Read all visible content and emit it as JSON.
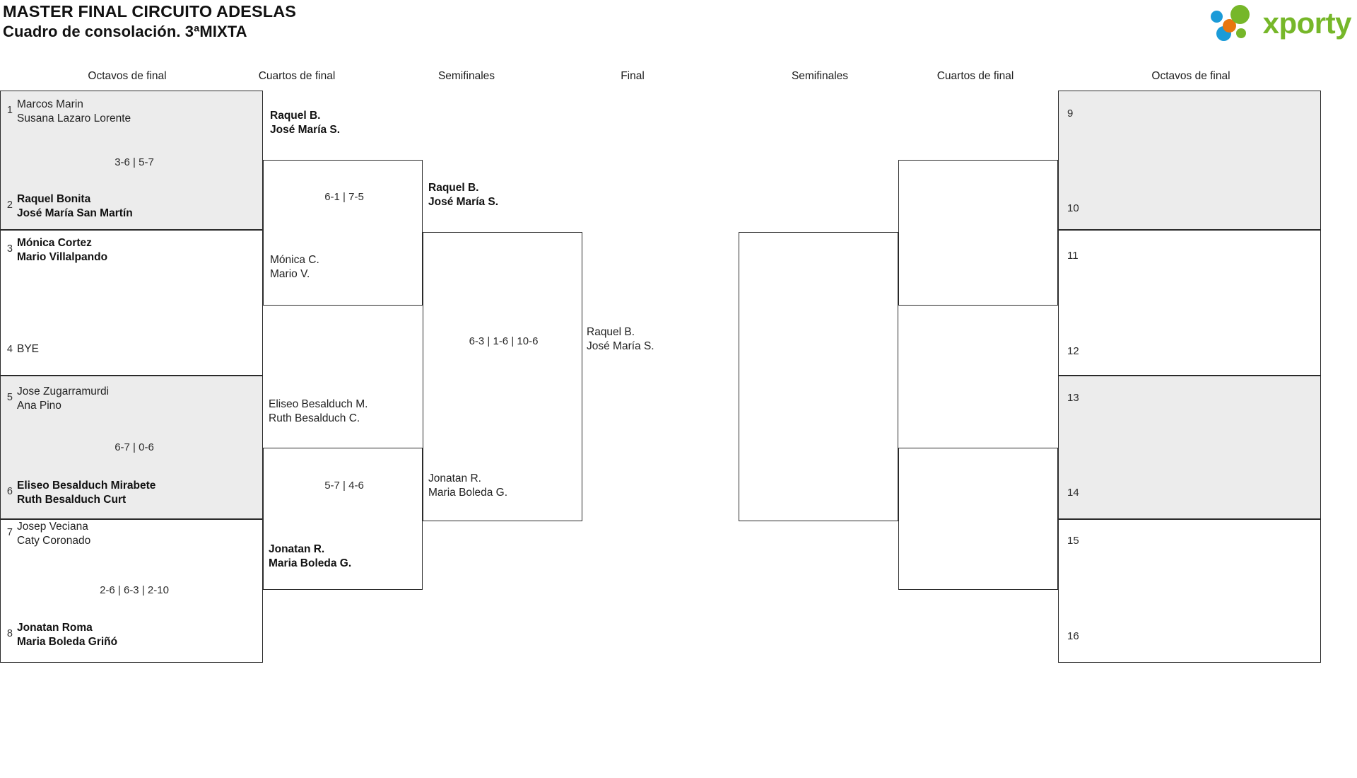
{
  "header": {
    "title_line1": "MASTER FINAL CIRCUITO ADESLAS",
    "title_line2": "Cuadro de consolación. 3ªMIXTA",
    "logo_word": "xporty",
    "logo_colors": {
      "green": "#76b729",
      "blue": "#1b9bd8",
      "orange": "#e8760f"
    }
  },
  "round_headers": {
    "left": [
      "Octavos de final",
      "Cuartos de final",
      "Semifinales"
    ],
    "center": "Final",
    "right": [
      "Semifinales",
      "Cuartos de final",
      "Octavos de final"
    ]
  },
  "left_bracket": {
    "r16": [
      {
        "score": "3-6 | 5-7",
        "top": {
          "seed": "1",
          "p1": "Marcos Marin",
          "p2": "Susana Lazaro Lorente",
          "winner": false
        },
        "bottom": {
          "seed": "2",
          "p1": "Raquel Bonita",
          "p2": "José María San Martín",
          "winner": true
        }
      },
      {
        "score": "",
        "top": {
          "seed": "3",
          "p1": "Mónica Cortez",
          "p2": "Mario Villalpando",
          "winner": true
        },
        "bottom": {
          "seed": "4",
          "p1": "BYE",
          "p2": "",
          "winner": false
        }
      },
      {
        "score": "6-7 | 0-6",
        "top": {
          "seed": "5",
          "p1": "Jose Zugarramurdi",
          "p2": "Ana Pino",
          "winner": false
        },
        "bottom": {
          "seed": "6",
          "p1": "Eliseo Besalduch Mirabete",
          "p2": "Ruth Besalduch Curt",
          "winner": true
        }
      },
      {
        "score": "2-6 | 6-3 | 2-10",
        "top": {
          "seed": "7",
          "p1": "Josep Veciana",
          "p2": "Caty Coronado",
          "winner": false
        },
        "bottom": {
          "seed": "8",
          "p1": "Jonatan Roma",
          "p2": "Maria Boleda Griñó",
          "winner": true
        }
      }
    ],
    "qf": [
      {
        "score": "6-1 | 7-5",
        "top": {
          "p1": "Raquel B.",
          "p2": "José María S.",
          "winner": true
        },
        "bottom": {
          "p1": "Mónica C.",
          "p2": "Mario V.",
          "winner": false
        }
      },
      {
        "score": "5-7 | 4-6",
        "top": {
          "p1": "Eliseo Besalduch M.",
          "p2": "Ruth Besalduch C.",
          "winner": false
        },
        "bottom": {
          "p1": "Jonatan R.",
          "p2": "Maria Boleda G.",
          "winner": true
        }
      }
    ],
    "sf": [
      {
        "score": "6-3 | 1-6 | 10-6",
        "top": {
          "p1": "Raquel B.",
          "p2": "José María S.",
          "winner": true
        },
        "bottom": {
          "p1": "Jonatan R.",
          "p2": "Maria Boleda G.",
          "winner": false
        }
      }
    ],
    "final": {
      "p1": "Raquel B.",
      "p2": "José María S."
    }
  },
  "right_bracket": {
    "r16_seeds": [
      "9",
      "10",
      "11",
      "12",
      "13",
      "14",
      "15",
      "16"
    ]
  }
}
